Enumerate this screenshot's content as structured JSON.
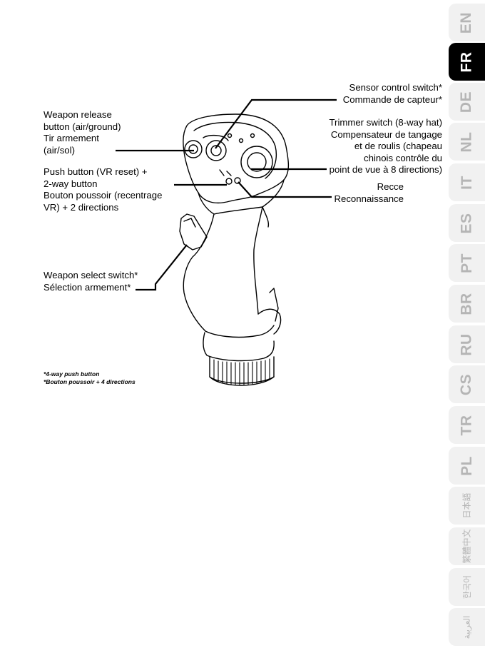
{
  "callouts": {
    "sensor": [
      "Sensor control switch*",
      "Commande de capteur*"
    ],
    "trimmer": [
      "Trimmer switch (8-way hat)",
      "Compensateur de tangage",
      "et de roulis (chapeau",
      "chinois contrôle du",
      "point de vue à 8 directions)"
    ],
    "recce": [
      "Recce",
      "Reconnaissance"
    ],
    "weapon_release": [
      "Weapon release",
      "button (air/ground)",
      "Tir armement",
      "(air/sol)"
    ],
    "push_button": [
      "Push button (VR reset) +",
      "2-way button",
      "Bouton poussoir (recentrage",
      "VR) + 2 directions"
    ],
    "weapon_select": [
      "Weapon select switch*",
      "Sélection armement*"
    ]
  },
  "footnote": [
    "*4-way push button",
    "*Bouton poussoir + 4 directions"
  ],
  "language_tabs": [
    {
      "label": "EN",
      "active": false
    },
    {
      "label": "FR",
      "active": true
    },
    {
      "label": "DE",
      "active": false
    },
    {
      "label": "NL",
      "active": false
    },
    {
      "label": "IT",
      "active": false
    },
    {
      "label": "ES",
      "active": false
    },
    {
      "label": "PT",
      "active": false
    },
    {
      "label": "BR",
      "active": false
    },
    {
      "label": "RU",
      "active": false
    },
    {
      "label": "CS",
      "active": false
    },
    {
      "label": "TR",
      "active": false
    },
    {
      "label": "PL",
      "active": false
    },
    {
      "label": "日本語",
      "active": false
    },
    {
      "label": "繁體中文",
      "active": false
    },
    {
      "label": "한국어",
      "active": false
    },
    {
      "label": "العربية",
      "active": false
    }
  ],
  "colors": {
    "tab_inactive_bg": "#f1f1f1",
    "tab_inactive_text": "#b5b5b5",
    "tab_active_bg": "#000000",
    "tab_active_text": "#ffffff"
  }
}
